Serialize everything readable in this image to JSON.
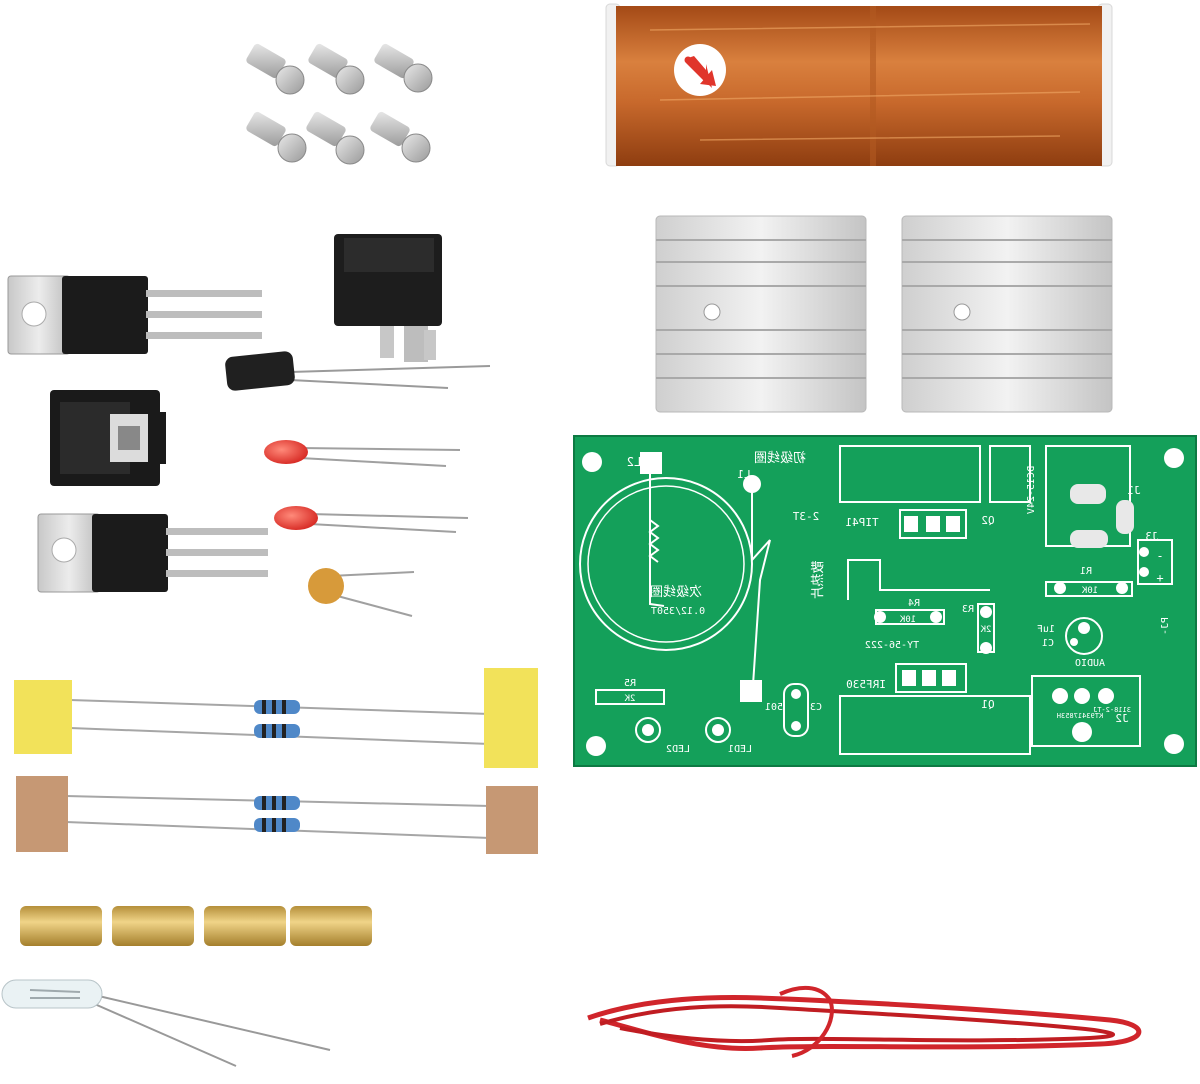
{
  "pcb": {
    "labels": {
      "l2": "L2",
      "l1": "L1",
      "primary_coil": "初级线圈",
      "secondary_coil": "次级线圈",
      "secondary_spec": "0.12/350T",
      "spec_2_3t": "2-3T",
      "heatsink_note": "散热片",
      "power": "DC15-24V",
      "j1": "J1",
      "j3": "J3",
      "q2": "Q2",
      "tip41": "TIP41",
      "q1": "Q1",
      "irf530": "IRF530",
      "r1": "R1",
      "r1_value": "10K",
      "r4": "R4",
      "r4_value": "10K",
      "r3": "R3",
      "r3_value": "2K",
      "r5": "R5",
      "r5_value": "2K",
      "c1": "C1",
      "c1_value": "1uF",
      "c3": "C3",
      "c3_value": "501",
      "audio": "AUDIO",
      "led1": "LED1",
      "led2": "LED2",
      "board_code": "TY-56-222",
      "j2": "J2",
      "pj": "PJ-",
      "part_code": "3118-2-TJ",
      "serial": "KT93417853H",
      "plus": "+",
      "minus": "-"
    }
  },
  "colors": {
    "background": "#ffffff",
    "pcb_green": "#14a05a",
    "copper_coil": "#c8692c",
    "heatsink": "#dcdcdc",
    "wire_red": "#d0252b",
    "yellow_tape": "#f2e25a",
    "brown_tape": "#c69874",
    "brass": "#d8b45a"
  }
}
